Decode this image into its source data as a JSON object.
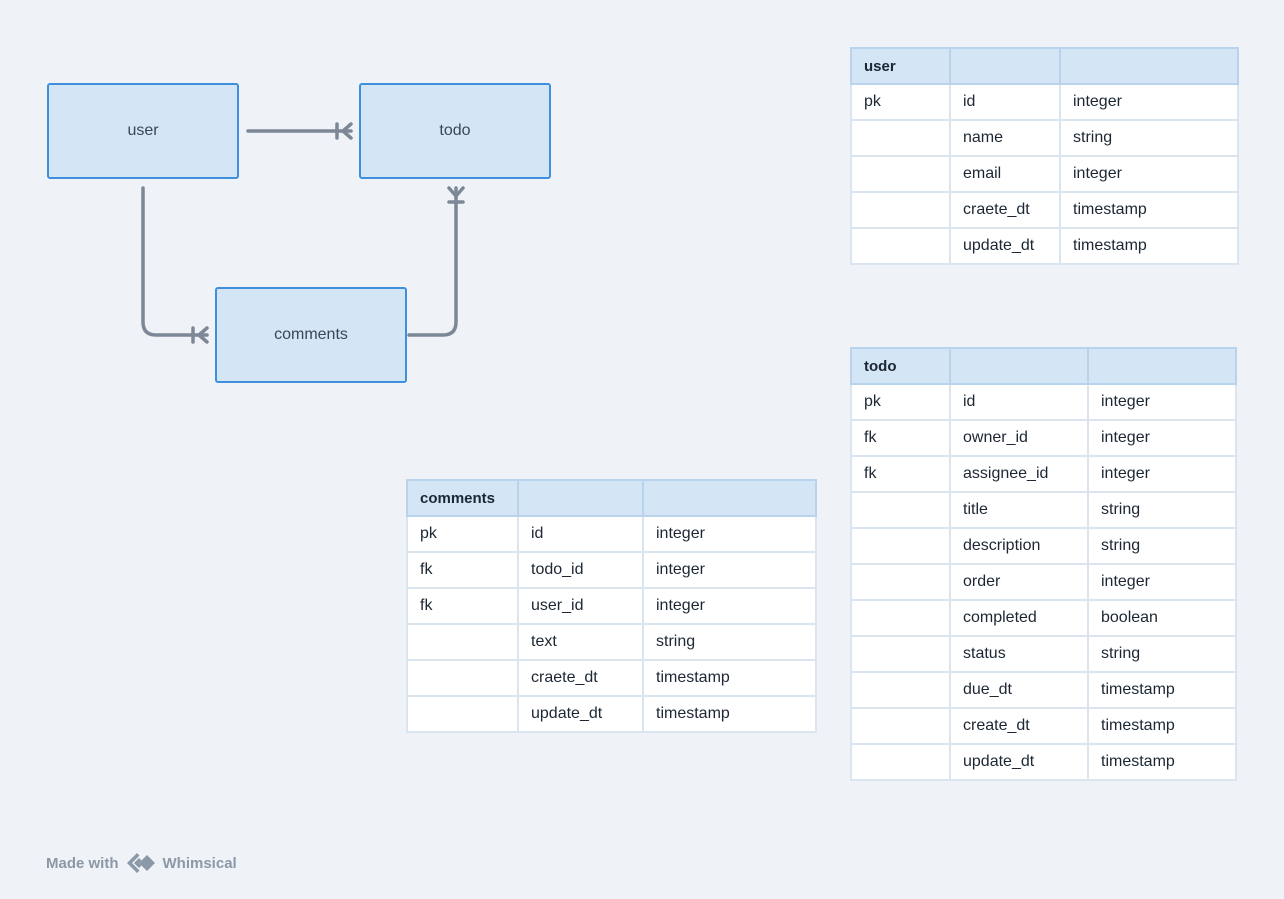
{
  "entities": {
    "user": "user",
    "todo": "todo",
    "comments": "comments"
  },
  "tables": {
    "user": {
      "title": "user",
      "rows": [
        [
          "pk",
          "id",
          "integer"
        ],
        [
          "",
          "name",
          "string"
        ],
        [
          "",
          "email",
          "integer"
        ],
        [
          "",
          "craete_dt",
          "timestamp"
        ],
        [
          "",
          "update_dt",
          "timestamp"
        ]
      ]
    },
    "todo": {
      "title": "todo",
      "rows": [
        [
          "pk",
          "id",
          "integer"
        ],
        [
          "fk",
          "owner_id",
          "integer"
        ],
        [
          "fk",
          "assignee_id",
          "integer"
        ],
        [
          "",
          "title",
          "string"
        ],
        [
          "",
          "description",
          "string"
        ],
        [
          "",
          "order",
          "integer"
        ],
        [
          "",
          "completed",
          "boolean"
        ],
        [
          "",
          "status",
          "string"
        ],
        [
          "",
          "due_dt",
          "timestamp"
        ],
        [
          "",
          "create_dt",
          "timestamp"
        ],
        [
          "",
          "update_dt",
          "timestamp"
        ]
      ]
    },
    "comments": {
      "title": "comments",
      "rows": [
        [
          "pk",
          "id",
          "integer"
        ],
        [
          "fk",
          "todo_id",
          "integer"
        ],
        [
          "fk",
          "user_id",
          "integer"
        ],
        [
          "",
          "text",
          "string"
        ],
        [
          "",
          "craete_dt",
          "timestamp"
        ],
        [
          "",
          "update_dt",
          "timestamp"
        ]
      ]
    }
  },
  "footer": {
    "made_with": "Made with",
    "brand": "Whimsical",
    "logo_icon": "whimsical-logo-icon"
  },
  "colors": {
    "background": "#eff3f7",
    "entity_fill": "#d4e5f6",
    "entity_border": "#3f8fdc",
    "connector": "#7d8896"
  }
}
